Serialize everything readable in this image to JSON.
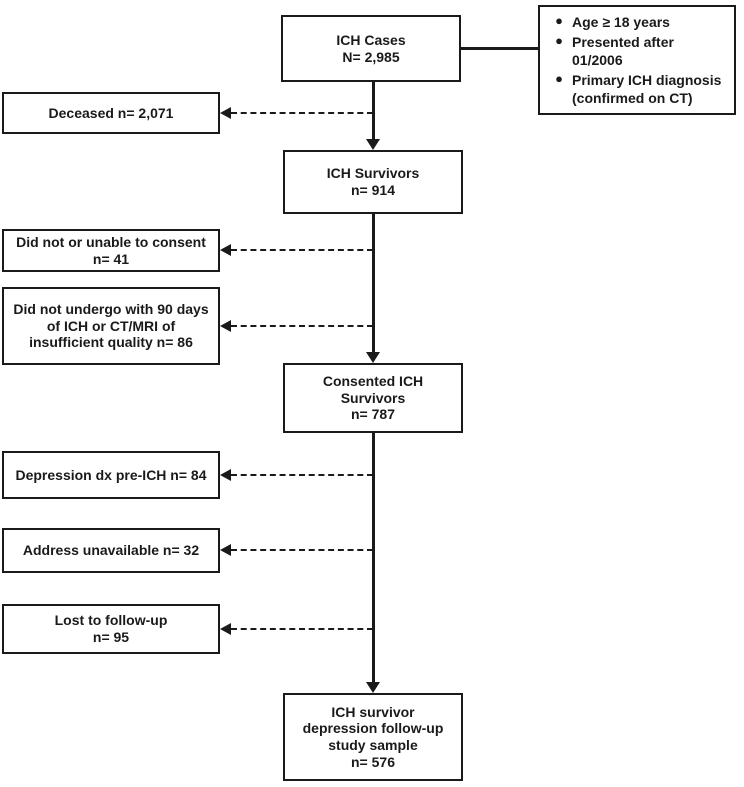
{
  "colors": {
    "ink": "#1a1a1a",
    "paper": "#ffffff"
  },
  "bullet_glyph": "●",
  "nodes": {
    "ich_cases": {
      "lines": [
        "ICH Cases",
        "N= 2,985"
      ]
    },
    "deceased": {
      "lines": [
        "Deceased n= 2,071"
      ]
    },
    "ich_survivors": {
      "lines": [
        "ICH Survivors",
        "n= 914"
      ]
    },
    "no_consent": {
      "lines": [
        "Did not or unable to consent",
        "n= 41"
      ]
    },
    "no_mri": {
      "lines": [
        "Did not undergo with 90 days",
        "of ICH or CT/MRI of",
        "insufficient quality n= 86"
      ]
    },
    "consented": {
      "lines": [
        "Consented ICH",
        "Survivors",
        "n= 787"
      ]
    },
    "depression_dx": {
      "lines": [
        "Depression dx pre-ICH n= 84"
      ]
    },
    "address": {
      "lines": [
        "Address unavailable n= 32"
      ]
    },
    "lost": {
      "lines": [
        "Lost to follow-up",
        "n= 95"
      ]
    },
    "final": {
      "lines": [
        "ICH survivor",
        "depression follow-up",
        "study sample",
        "n= 576"
      ]
    },
    "criteria": {
      "bullets": [
        {
          "lines": [
            "Age ≥ 18 years"
          ]
        },
        {
          "lines": [
            "Presented after",
            "01/2006"
          ]
        },
        {
          "lines": [
            "Primary ICH diagnosis",
            "(confirmed on CT)"
          ]
        }
      ]
    }
  }
}
